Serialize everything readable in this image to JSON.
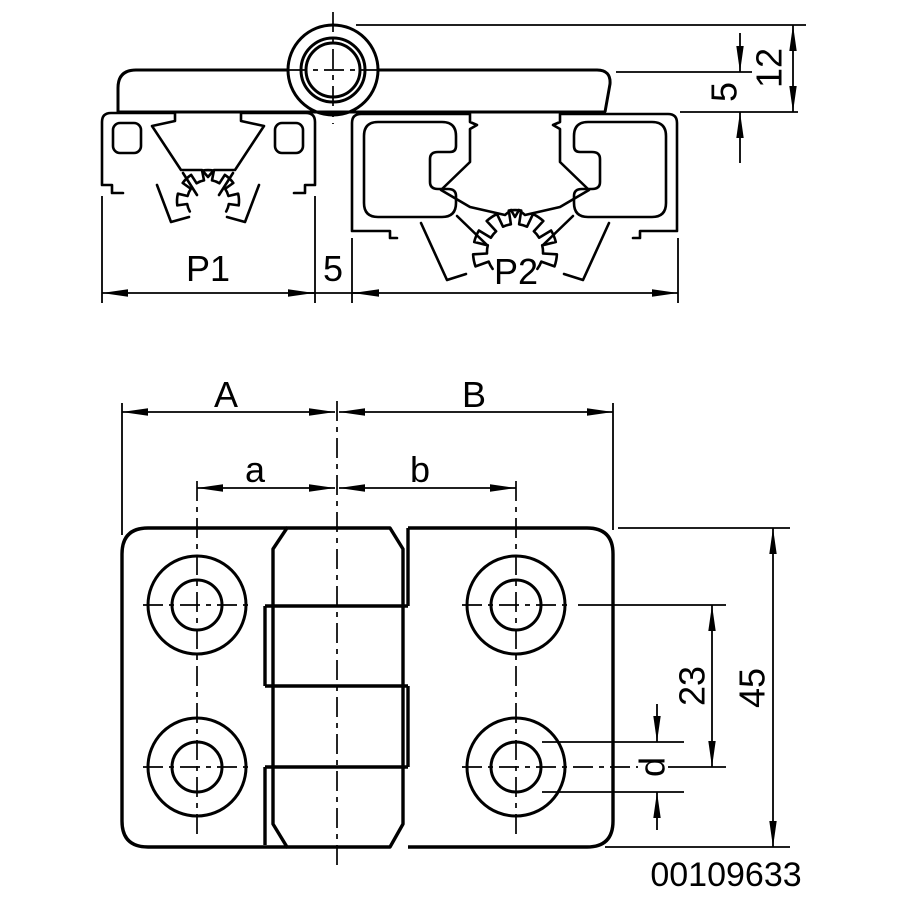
{
  "part_number": "00109633",
  "section_view": {
    "profile_p1_label": "P1",
    "profile_gap_label": "5",
    "profile_p2_label": "P2",
    "overall_height_label": "12",
    "leaf_height_label": "5"
  },
  "plan_view": {
    "leaf_a_width_label": "A",
    "leaf_b_width_label": "B",
    "hole_offset_a_label": "a",
    "hole_offset_b_label": "b",
    "hole_pitch_label": "23",
    "hinge_depth_label": "45",
    "hole_diameter_label": "d"
  }
}
